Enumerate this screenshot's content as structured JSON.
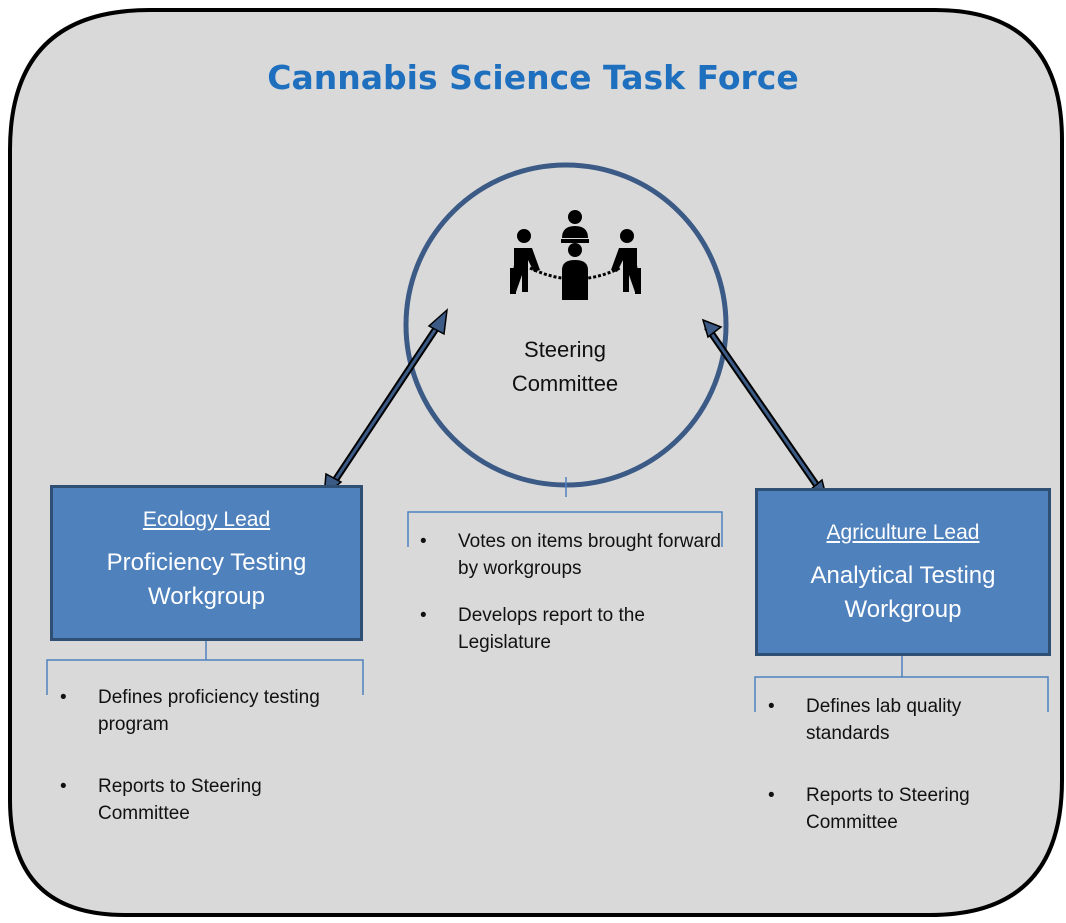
{
  "title": "Cannabis Science Task Force",
  "steering": {
    "label_line1": "Steering",
    "label_line2": "Committee",
    "icon": "meeting-table-icon",
    "bullets": [
      "Votes on items brought forward by workgroups",
      "Develops report to the Legislature"
    ]
  },
  "left_group": {
    "lead": "Ecology Lead",
    "name_line1": "Proficiency Testing",
    "name_line2": "Workgroup",
    "bullets": [
      "Defines proficiency testing program",
      "Reports to Steering Committee"
    ]
  },
  "right_group": {
    "lead": "Agriculture Lead",
    "name_line1": "Analytical Testing",
    "name_line2": "Workgroup",
    "bullets": [
      "Defines lab quality standards",
      "Reports to Steering Committee"
    ]
  },
  "colors": {
    "title": "#1f6fbf",
    "box_fill": "#4f81bd",
    "box_border": "#2f4f74",
    "panel_fill": "#d9d9d9",
    "circle_stroke": "#3b5a85"
  }
}
